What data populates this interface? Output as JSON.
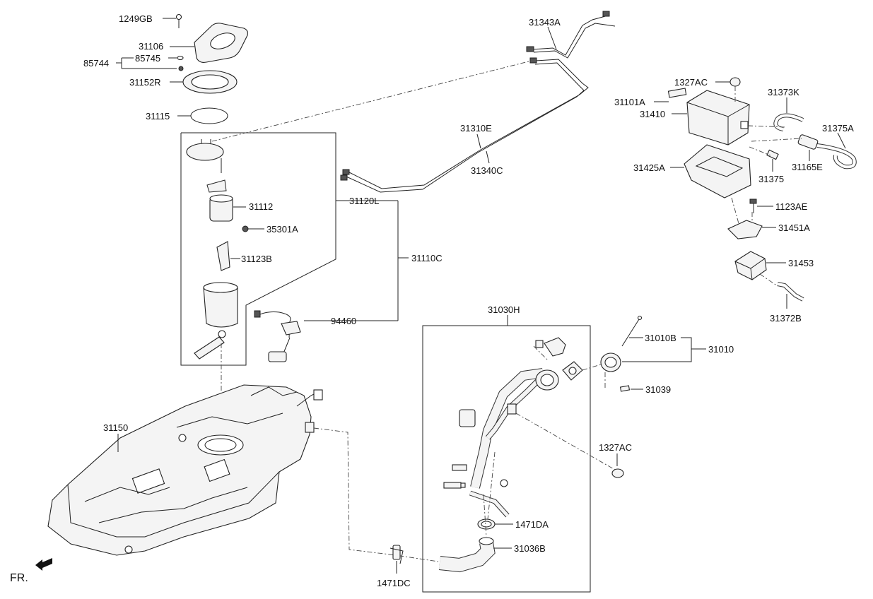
{
  "labels": {
    "p1249GB": "1249GB",
    "p31106": "31106",
    "p85745": "85745",
    "p85744": "85744",
    "p31152R": "31152R",
    "p31115": "31115",
    "p31112": "31112",
    "p35301A": "35301A",
    "p31123B": "31123B",
    "p31120L": "31120L",
    "p31110C": "31110C",
    "p94460": "94460",
    "p31150": "31150",
    "p31343A": "31343A",
    "p31310E": "31310E",
    "p31340C": "31340C",
    "p1327AC_top": "1327AC",
    "p31101A": "31101A",
    "p31410": "31410",
    "p31373K": "31373K",
    "p31375A": "31375A",
    "p31425A": "31425A",
    "p31375": "31375",
    "p31165E": "31165E",
    "p1123AE": "1123AE",
    "p31451A": "31451A",
    "p31453": "31453",
    "p31372B": "31372B",
    "p31030H": "31030H",
    "p31010B": "31010B",
    "p31010": "31010",
    "p31039": "31039",
    "p1327AC_bottom": "1327AC",
    "p1471DA": "1471DA",
    "p31036B": "31036B",
    "p1471DC": "1471DC",
    "fr": "FR."
  }
}
